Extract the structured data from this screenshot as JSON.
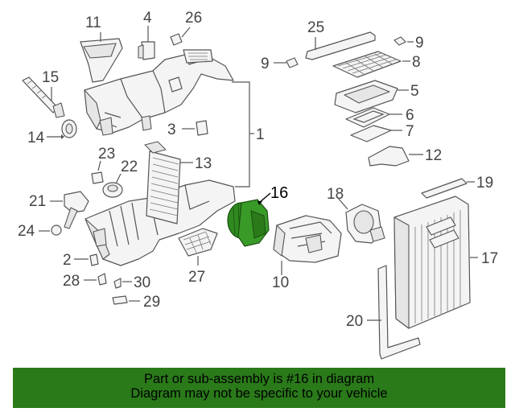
{
  "highlight_color": "#2f8a1f",
  "banner_color": "#2a7a1a",
  "callouts": {
    "n1": "1",
    "n2": "2",
    "n3": "3",
    "n4": "4",
    "n5": "5",
    "n6": "6",
    "n7": "7",
    "n8": "8",
    "n9a": "9",
    "n9b": "9",
    "n10": "10",
    "n11": "11",
    "n12": "12",
    "n13": "13",
    "n14": "14",
    "n15": "15",
    "n16": "16",
    "n17": "17",
    "n18": "18",
    "n19": "19",
    "n20": "20",
    "n21": "21",
    "n22": "22",
    "n23": "23",
    "n24": "24",
    "n25": "25",
    "n26": "26",
    "n27": "27",
    "n28": "28",
    "n29": "29",
    "n30": "30"
  },
  "banner": {
    "line1": "Part or sub-assembly is #16 in diagram",
    "line2": "Diagram may not be specific to your vehicle"
  }
}
